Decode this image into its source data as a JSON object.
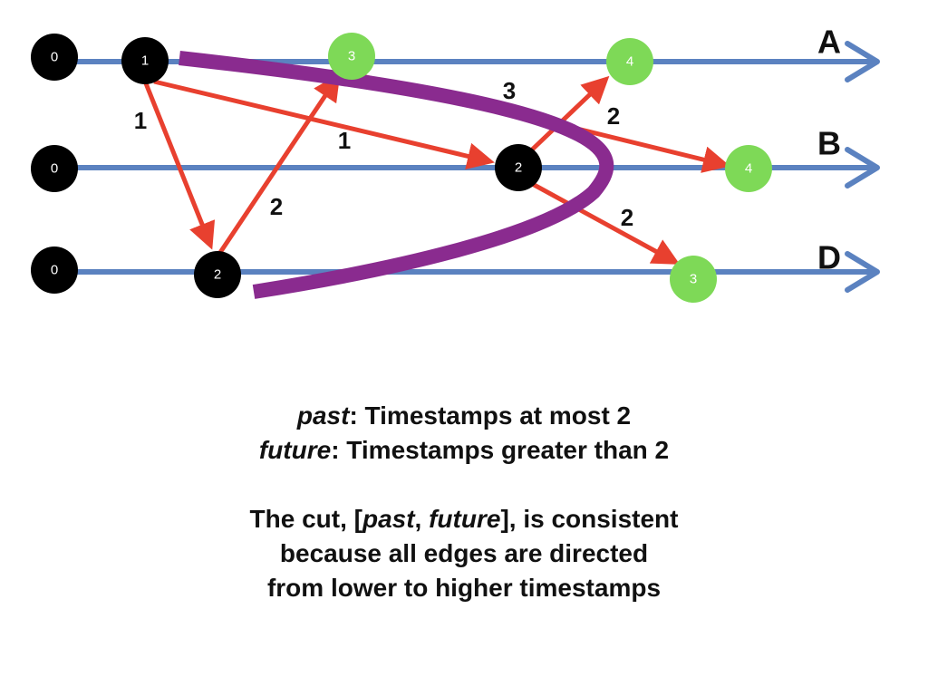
{
  "process_labels": {
    "A": "A",
    "B": "B",
    "D": "D"
  },
  "nodes": {
    "A0": "0",
    "A1": "1",
    "A3": "3",
    "A4": "4",
    "B0": "0",
    "B2": "2",
    "B4": "4",
    "D0": "0",
    "D2": "2",
    "D3": "3"
  },
  "edge_labels": {
    "A1_to_D2": "1",
    "A1_to_B2": "1",
    "D2_to_A3": "2",
    "A3_to_B4": "3",
    "B2_to_A4": "2",
    "B2_to_D3": "2"
  },
  "colors": {
    "timeline": "#5b82c0",
    "message": "#e8402f",
    "cut": "#8a2b8f",
    "past_node": "#000000",
    "future_node": "#7ed957"
  },
  "caption": {
    "line1_em": "past",
    "line1_rest": ": Timestamps at most 2",
    "line2_em": "future",
    "line2_rest": ": Timestamps greater than 2",
    "line3_a": "The cut, [",
    "line3_em1": "past",
    "line3_b": ", ",
    "line3_em2": "future",
    "line3_c": "], is consistent",
    "line4": "because all edges are directed",
    "line5": "from lower to higher timestamps"
  }
}
